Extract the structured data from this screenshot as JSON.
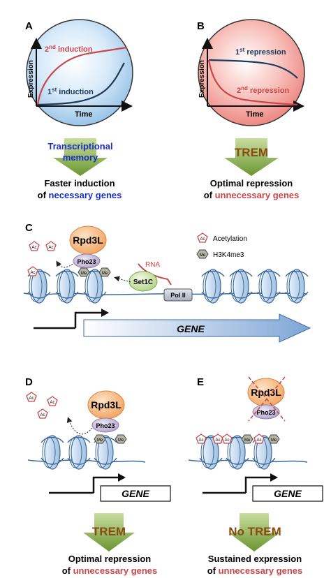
{
  "colors": {
    "accent_red": "#c8474a",
    "accent_blue": "#1a2fc9",
    "dark_navy": "#1c3b5b",
    "trem_brown": "#8a4a10",
    "arrow_green_top": "#aac96a",
    "arrow_green_bottom": "#6f9a33",
    "circle_blue": "#b9d8f2",
    "circle_pink": "#f6a9a4"
  },
  "panels": {
    "A": {
      "letter": "A",
      "ylabel": "Expression",
      "xlabel": "Time",
      "curve_labels": {
        "second_prefix": "2",
        "second_sup": "nd",
        "second_suffix": " induction",
        "first_prefix": "1",
        "first_sup": "st",
        "first_suffix": " induction"
      },
      "arrow_text_1": "Transcriptional",
      "arrow_text_2": "memory",
      "result_1": "Faster induction",
      "result_2_prefix": "of ",
      "result_2_highlight": "necessary genes"
    },
    "B": {
      "letter": "B",
      "ylabel": "Expression",
      "xlabel": "Time",
      "curve_labels": {
        "first_prefix": "1",
        "first_sup": "st",
        "first_suffix": " repression",
        "second_prefix": "2",
        "second_sup": "nd",
        "second_suffix": " repression"
      },
      "arrow_text": "TREM",
      "result_1": "Optimal repression",
      "result_2_prefix": "of ",
      "result_2_highlight": "unnecessary genes"
    },
    "C": {
      "letter": "C",
      "complex": "Rpd3L",
      "subunit": "Pho23",
      "set1c": "Set1C",
      "polii": "Pol II",
      "rna": "RNA",
      "gene": "GENE",
      "ac": "Ac",
      "me": "Me",
      "legend": [
        {
          "mark": "Ac",
          "label": "Acetylation"
        },
        {
          "mark": "Me",
          "label": "H3K4me3"
        }
      ]
    },
    "D": {
      "letter": "D",
      "complex": "Rpd3L",
      "subunit": "Pho23",
      "gene": "GENE",
      "arrow_text": "TREM",
      "result_1": "Optimal repression",
      "result_2_prefix": "of ",
      "result_2_highlight": "unnecessary genes"
    },
    "E": {
      "letter": "E",
      "complex": "Rpd3L",
      "subunit": "Pho23",
      "gene": "GENE",
      "arrow_text": "No TREM",
      "result_1": "Sustained expression",
      "result_2_prefix": "of ",
      "result_2_highlight": "unnecessary genes"
    }
  }
}
